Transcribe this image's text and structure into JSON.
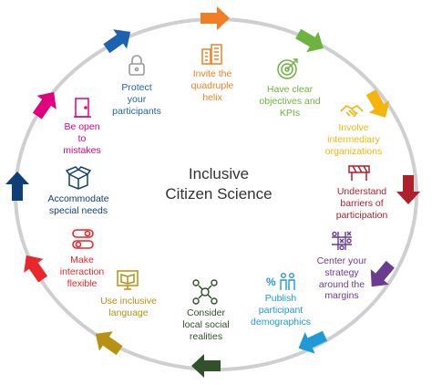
{
  "center": {
    "line1": "Inclusive",
    "line2": "Citizen Science"
  },
  "colors": {
    "ring": "#cfcfcf",
    "invite": "#f07f24",
    "objectives": "#6cb33f",
    "intermediary": "#f5b40b",
    "barriers": "#b01f2c",
    "margins": "#6b3b90",
    "publish": "#1f9ad6",
    "local": "#33502c",
    "language": "#b89113",
    "flexible": "#e8262c",
    "special": "#0f3f78",
    "mistakes": "#e0007e",
    "protect": "#1f60b0"
  },
  "items": [
    {
      "key": "invite",
      "text": "Invite the\nquadruple\nhelix",
      "icon": "buildings-icon"
    },
    {
      "key": "objectives",
      "text": "Have clear\nobjectives and\nKPIs",
      "icon": "target-icon"
    },
    {
      "key": "intermediary",
      "text": "Involve\nintermediary\norganizations",
      "icon": "handshake-icon"
    },
    {
      "key": "barriers",
      "text": "Understand\nbarriers of\nparticipation",
      "icon": "barrier-icon"
    },
    {
      "key": "margins",
      "text": "Center your\nstrategy\naround the\nmargins",
      "icon": "tic-tac-toe-icon"
    },
    {
      "key": "publish",
      "text": "Publish\nparticipant\ndemographics",
      "icon": "demographics-icon"
    },
    {
      "key": "local",
      "text": "Consider\nlocal social\nrealities",
      "icon": "network-icon"
    },
    {
      "key": "language",
      "text": "Use inclusive\nlanguage",
      "icon": "book-screen-icon"
    },
    {
      "key": "flexible",
      "text": "Make\ninteraction\nflexible",
      "icon": "toggle-icon"
    },
    {
      "key": "special",
      "text": "Accommodate\nspecial needs",
      "icon": "box-icon"
    },
    {
      "key": "mistakes",
      "text": "Be open\nto\nmistakes",
      "icon": "door-icon"
    },
    {
      "key": "protect",
      "text": "Protect\nyour\nparticipants",
      "icon": "lock-icon"
    }
  ]
}
